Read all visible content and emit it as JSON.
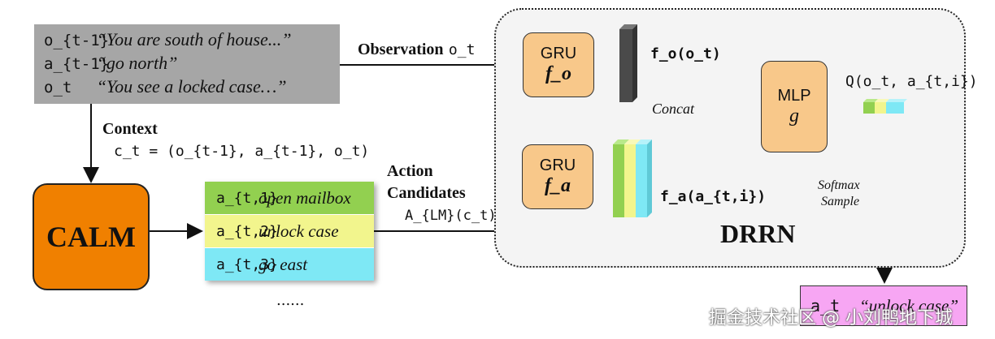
{
  "context_box": {
    "rows": [
      {
        "symbol": "o_{t-1}",
        "text": "“You are south of house...”"
      },
      {
        "symbol": "a_{t-1}",
        "text": "“go north”"
      },
      {
        "symbol": "o_t",
        "text": "“You see a locked case…”"
      }
    ]
  },
  "observation_label": {
    "text": "Observation",
    "symbol": "o_t"
  },
  "context_label": {
    "title": "Context",
    "formula": "c_t = (o_{t-1}, a_{t-1}, o_t)"
  },
  "calm_label": "CALM",
  "candidates": [
    {
      "symbol": "a_{t,1}",
      "text": "open mailbox",
      "color": "#92d050"
    },
    {
      "symbol": "a_{t,2}",
      "text": "unlock case",
      "color": "#f2f58d"
    },
    {
      "symbol": "a_{t,3}",
      "text": "go east",
      "color": "#7ee8f5"
    }
  ],
  "candidates_ellipsis": "......",
  "action_candidates_label": {
    "line1": "Action",
    "line2": "Candidates",
    "formula": "A_{LM}(c_t)"
  },
  "gru_o": {
    "label": "GRU",
    "sub": "f_o"
  },
  "gru_a": {
    "label": "GRU",
    "sub": "f_a"
  },
  "fo_label": "f_o(o_t)",
  "fa_label": "f_a(a_{t,i})",
  "concat_label": "Concat",
  "mlp": {
    "label": "MLP",
    "sub": "g"
  },
  "q_label": "Q(o_t, a_{t,i})",
  "softmax_label": {
    "line1": "Softmax",
    "line2": "Sample"
  },
  "drrn_label": "DRRN",
  "result": {
    "symbol": "a_t",
    "text": "“unlock case”"
  },
  "watermark": "掘金技术社区 @ 小刘鸭地下城",
  "colors": {
    "calm": "#f08000",
    "gru": "#f8c88a",
    "context_bg": "#a6a6a6",
    "result": "#f7a6f3"
  }
}
